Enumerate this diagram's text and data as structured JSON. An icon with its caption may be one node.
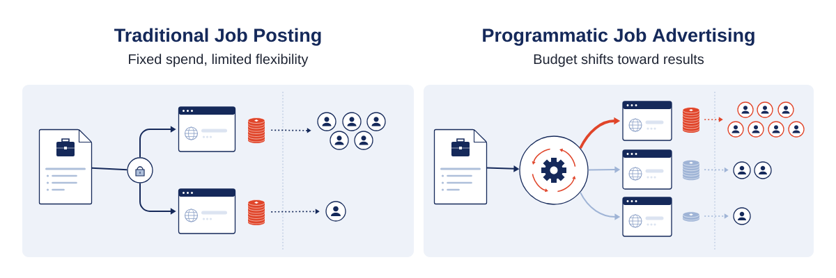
{
  "diagram": {
    "nodes": [
      {
        "text": [
          "Traditional Job Posting",
          "Fixed spend, limited flexibility"
        ]
      },
      {
        "text": [],
        "shape": "document",
        "in": 0
      },
      {
        "text": [],
        "shape": "circle",
        "in": 0
      },
      {
        "text": [],
        "shape": "window",
        "in": 0
      },
      {
        "text": [],
        "shape": "window",
        "in": 0
      },
      {
        "text": [],
        "shape": "cylinder",
        "in": 0
      },
      {
        "text": [],
        "shape": "cylinder",
        "in": 0
      },
      {
        "text": [],
        "shape": "person",
        "in": 0
      },
      {
        "text": [],
        "shape": "person",
        "in": 0
      },
      {
        "text": [
          "Programmatic Job Advertising",
          "Budget shifts toward results"
        ]
      },
      {
        "text": [],
        "shape": "document",
        "in": 9
      },
      {
        "text": [],
        "shape": "circle",
        "in": 9
      },
      {
        "text": [],
        "shape": "window",
        "in": 9
      },
      {
        "text": [],
        "shape": "window",
        "in": 9
      },
      {
        "text": [],
        "shape": "window",
        "in": 9
      },
      {
        "text": [],
        "shape": "cylinder",
        "in": 9
      },
      {
        "text": [],
        "shape": "cylinder",
        "in": 9
      },
      {
        "text": [],
        "shape": "cylinder",
        "in": 9
      },
      {
        "text": [],
        "shape": "person",
        "in": 9
      },
      {
        "text": [],
        "shape": "person",
        "in": 9
      },
      {
        "text": [],
        "shape": "person",
        "in": 9
      }
    ],
    "edges": [
      {
        "from": 1,
        "to": 2,
        "arrow": "none"
      },
      {
        "from": 2,
        "to": 3,
        "arrow": "to"
      },
      {
        "from": 2,
        "to": 4,
        "arrow": "to"
      },
      {
        "from": 5,
        "to": 7,
        "arrow": "to",
        "style": "dashed"
      },
      {
        "from": 6,
        "to": 8,
        "arrow": "to",
        "style": "dashed"
      },
      {
        "from": 10,
        "to": 11,
        "arrow": "to"
      },
      {
        "from": 11,
        "to": 12,
        "arrow": "to",
        "style": "thick",
        "color": "#e0452a"
      },
      {
        "from": 11,
        "to": 13,
        "arrow": "to",
        "color": "#9fb4d6"
      },
      {
        "from": 11,
        "to": 14,
        "arrow": "to",
        "color": "#9fb4d6"
      },
      {
        "from": 15,
        "to": 18,
        "arrow": "to",
        "style": "dashed",
        "color": "#e0452a"
      },
      {
        "from": 16,
        "to": 19,
        "arrow": "to",
        "style": "dashed",
        "color": "#9fb4d6"
      },
      {
        "from": 17,
        "to": 20,
        "arrow": "to",
        "style": "dashed",
        "color": "#9fb4d6"
      }
    ]
  }
}
